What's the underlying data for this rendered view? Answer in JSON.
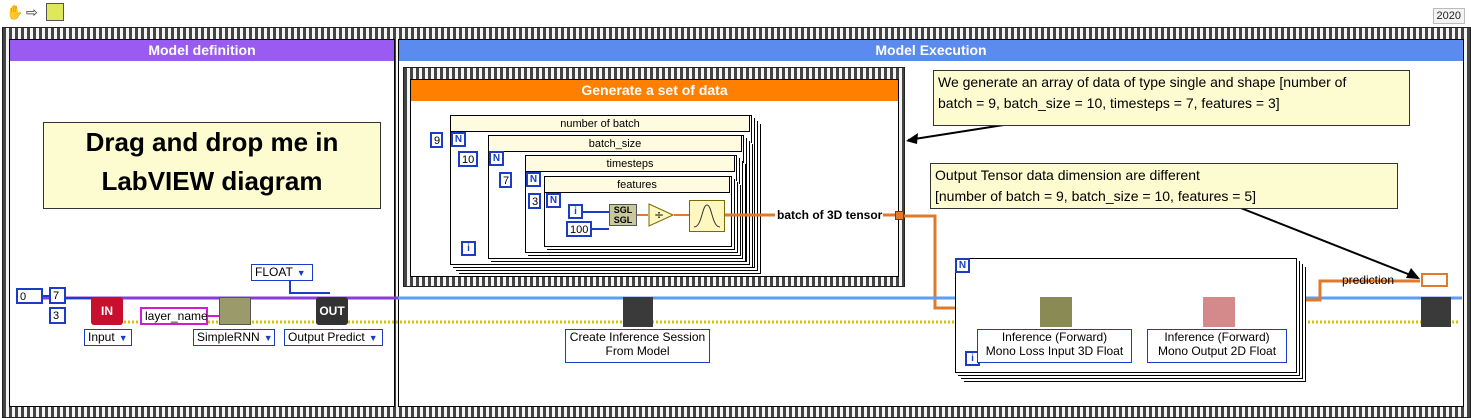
{
  "toolbar": {
    "hand_icon": "hand-icon",
    "arrow_icon": "arrow-icon",
    "labview_icon": "labview-icon",
    "year": "2020"
  },
  "panels": {
    "model_definition": {
      "title": "Model definition",
      "color": "#9a5cf0"
    },
    "model_execution": {
      "title": "Model Execution",
      "color": "#5c8bf0"
    }
  },
  "drag_note": {
    "line1": "Drag and drop me in",
    "line2": "LabVIEW diagram"
  },
  "generate": {
    "title": "Generate a set of data",
    "color": "#ff7f00"
  },
  "loops": {
    "batch": "number of batch",
    "batch_size": "batch_size",
    "timesteps": "timesteps",
    "features": "features"
  },
  "constants": {
    "n_batch": "9",
    "n_batch_size": "10",
    "n_timesteps": "7",
    "n_features": "3",
    "mult": "100",
    "zero": "0",
    "seven": "7",
    "three": "3"
  },
  "terminals": {
    "n": "N",
    "i": "i"
  },
  "sgl": "SGL",
  "wire_label_tensor": "batch of 3D tensor",
  "wire_label_prediction": "prediction",
  "note_input": {
    "line1": "We generate an array of data of type single and shape [number of",
    "line2": "batch = 9, batch_size = 10, timesteps = 7, features = 3]"
  },
  "note_output": {
    "line1": "Output Tensor data dimension are different",
    "line2": "[number of batch = 9, batch_size = 10, features = 5]"
  },
  "model": {
    "in_label": "IN",
    "out_label": "OUT",
    "input_enum": "Input",
    "layer_name": "layer_name",
    "simplernn_enum": "SimpleRNN",
    "float_enum": "FLOAT",
    "output_predict_enum": "Output Predict"
  },
  "execution": {
    "create_session": {
      "line1": "Create Inference Session",
      "line2": "From Model"
    },
    "inference_loss": {
      "line1": "Inference (Forward)",
      "line2": "Mono Loss Input 3D Float"
    },
    "inference_output": {
      "line1": "Inference (Forward)",
      "line2": "Mono Output 2D Float"
    }
  }
}
